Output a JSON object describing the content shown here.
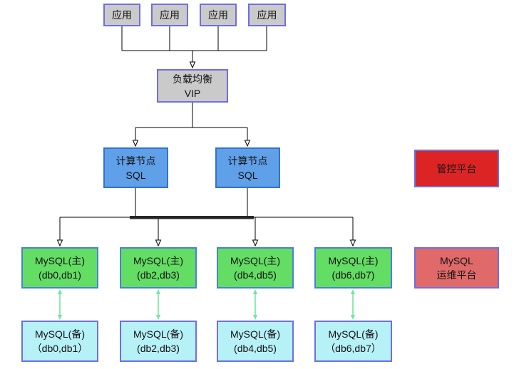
{
  "colors": {
    "app-fill": "#cacaca",
    "violet-border": "#6e6ee4",
    "compute-fill": "#60a0e8",
    "compute-border": "#3273cf",
    "primary-fill": "#63dd63",
    "primary-border": "#4a80d8",
    "standby-fill": "#b7f1f8",
    "control-fill": "#dd2424",
    "ops-fill": "#e06a6a",
    "sync-arrow": "#72e69e",
    "line": "#000000",
    "text": "#111111"
  },
  "nodes": {
    "apps": [
      {
        "label": "应用"
      },
      {
        "label": "应用"
      },
      {
        "label": "应用"
      },
      {
        "label": "应用"
      }
    ],
    "load_balancer": {
      "line1": "负载均衡",
      "line2": "VIP"
    },
    "computes": [
      {
        "line1": "计算节点",
        "line2": "SQL"
      },
      {
        "line1": "计算节点",
        "line2": "SQL"
      }
    ],
    "primaries": [
      {
        "line1": "MySQL(主)",
        "line2": "(db0,db1)"
      },
      {
        "line1": "MySQL(主)",
        "line2": "(db2,db3)"
      },
      {
        "line1": "MySQL(主)",
        "line2": "(db4,db5)"
      },
      {
        "line1": "MySQL(主)",
        "line2": "(db6,db7)"
      }
    ],
    "standbys": [
      {
        "line1": "MySQL(备)",
        "line2": "（db0,db1）"
      },
      {
        "line1": "MySQL(备)",
        "line2": "(db2,db3)"
      },
      {
        "line1": "MySQL(备)",
        "line2": "(db4,db5)"
      },
      {
        "line1": "MySQL(备)",
        "line2": "（db6,db7）"
      }
    ],
    "control_platform": {
      "label": "管控平台"
    },
    "ops_platform": {
      "line1": "MySQL",
      "line2": "运维平台"
    }
  }
}
